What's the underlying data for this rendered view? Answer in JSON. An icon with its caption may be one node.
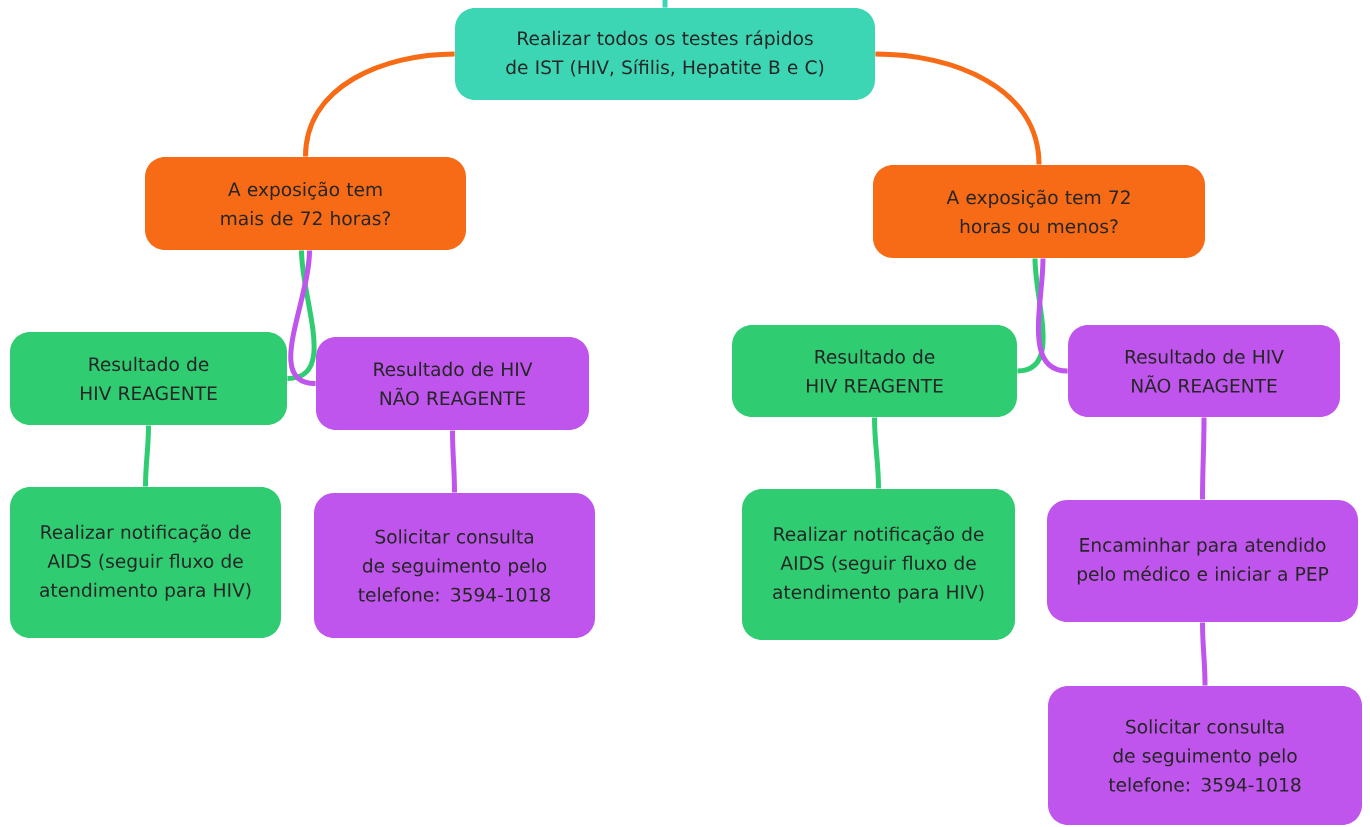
{
  "diagram": {
    "nodes": [
      {
        "text": [
          "Realizar todos os testes rápidos de IST (HIV, Sífilis, Hepatite B e C)"
        ]
      },
      {
        "text": [
          "A exposição tem mais de 72 horas?"
        ]
      },
      {
        "text": [
          "A exposição tem 72 horas ou menos?"
        ]
      },
      {
        "text": [
          "Resultado de HIV REAGENTE"
        ]
      },
      {
        "text": [
          "Resultado de HIV NÃO REAGENTE"
        ]
      },
      {
        "text": [
          "Realizar notificação de AIDS (seguir fluxo de atendimento para HIV)"
        ]
      },
      {
        "text": [
          "Solicitar consulta de seguimento pelo telefone: 3594-1018"
        ]
      },
      {
        "text": [
          "Resultado de HIV REAGENTE"
        ]
      },
      {
        "text": [
          "Resultado de HIV NÃO REAGENTE"
        ]
      },
      {
        "text": [
          "Realizar notificação de AIDS (seguir fluxo de atendimento para HIV)"
        ]
      },
      {
        "text": [
          "Encaminhar para atendido pelo médico e iniciar a PEP"
        ]
      },
      {
        "text": [
          "Solicitar consulta de seguimento pelo telefone: 3594-1018"
        ]
      }
    ],
    "edges": [
      {
        "from": null,
        "to": 0,
        "arrow": "none",
        "color": "#3dd6b5"
      },
      {
        "from": 0,
        "to": 1,
        "arrow": "none",
        "color": "#f76a16"
      },
      {
        "from": 0,
        "to": 2,
        "arrow": "none",
        "color": "#f76a16"
      },
      {
        "from": 1,
        "to": 3,
        "arrow": "none",
        "color": "#2fcc71"
      },
      {
        "from": 1,
        "to": 4,
        "arrow": "none",
        "color": "#bf55ec"
      },
      {
        "from": 2,
        "to": 7,
        "arrow": "none",
        "color": "#2fcc71"
      },
      {
        "from": 2,
        "to": 8,
        "arrow": "none",
        "color": "#bf55ec"
      },
      {
        "from": 3,
        "to": 5,
        "arrow": "none",
        "color": "#2fcc71"
      },
      {
        "from": 4,
        "to": 6,
        "arrow": "none",
        "color": "#bf55ec"
      },
      {
        "from": 7,
        "to": 9,
        "arrow": "none",
        "color": "#2fcc71"
      },
      {
        "from": 8,
        "to": 10,
        "arrow": "none",
        "color": "#bf55ec"
      },
      {
        "from": 10,
        "to": 11,
        "arrow": "none",
        "color": "#bf55ec"
      }
    ]
  }
}
